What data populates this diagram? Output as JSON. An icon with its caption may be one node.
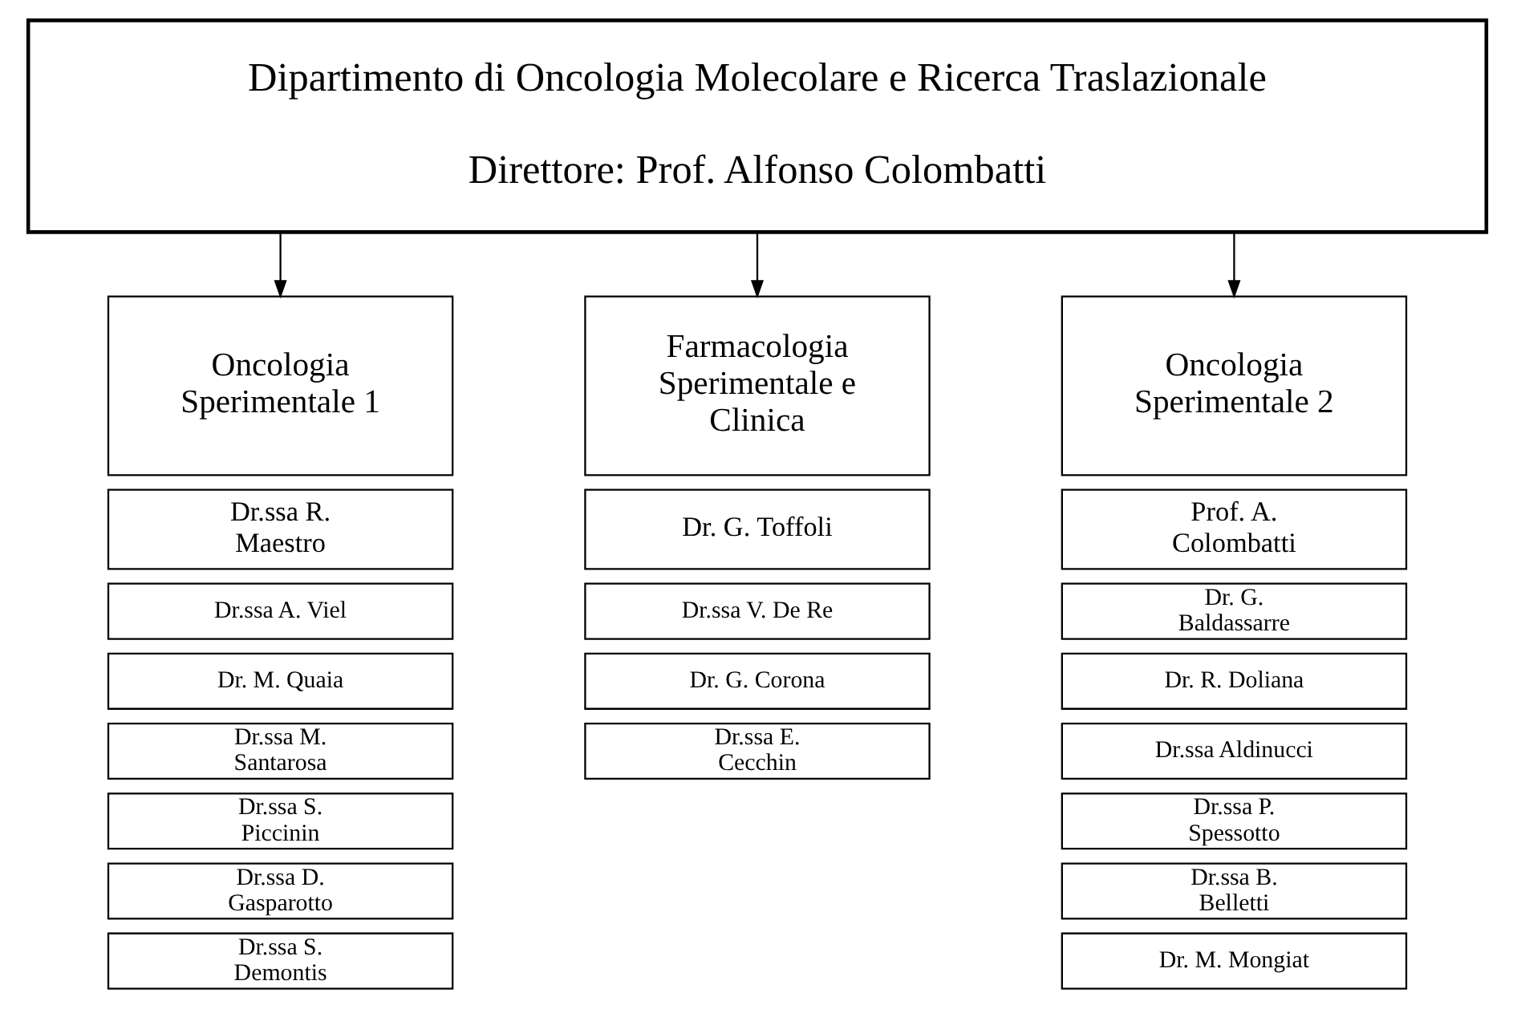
{
  "diagram": {
    "nodes": [
      {
        "text": [
          "Dipartimento di Oncologia Molecolare e Ricerca Traslazionale",
          "Direttore: Prof. Alfonso Colombatti"
        ]
      },
      {
        "text": [
          "Oncologia Sperimentale 1"
        ]
      },
      {
        "text": [
          "Dr.ssa R. Maestro"
        ]
      },
      {
        "text": [
          "Dr.ssa A. Viel"
        ]
      },
      {
        "text": [
          "Dr. M. Quaia"
        ]
      },
      {
        "text": [
          "Dr.ssa M. Santarosa"
        ]
      },
      {
        "text": [
          "Dr.ssa S. Piccinin"
        ]
      },
      {
        "text": [
          "Dr.ssa D. Gasparotto"
        ]
      },
      {
        "text": [
          "Dr.ssa S. Demontis"
        ]
      },
      {
        "text": [
          "Farmacologia Sperimentale e Clinica"
        ]
      },
      {
        "text": [
          "Dr. G. Toffoli"
        ]
      },
      {
        "text": [
          "Dr.ssa V. De Re"
        ]
      },
      {
        "text": [
          "Dr. G. Corona"
        ]
      },
      {
        "text": [
          "Dr.ssa E. Cecchin"
        ]
      },
      {
        "text": [
          "Oncologia Sperimentale 2"
        ]
      },
      {
        "text": [
          "Prof. A. Colombatti"
        ]
      },
      {
        "text": [
          "Dr. G. Baldassarre"
        ]
      },
      {
        "text": [
          "Dr. R. Doliana"
        ]
      },
      {
        "text": [
          "Dr.ssa Aldinucci"
        ]
      },
      {
        "text": [
          "Dr.ssa P. Spessotto"
        ]
      },
      {
        "text": [
          "Dr.ssa B. Belletti"
        ]
      },
      {
        "text": [
          "Dr. M. Mongiat"
        ]
      }
    ],
    "edges": [
      {
        "from": 0,
        "to": 1,
        "arrow": "to"
      },
      {
        "from": 0,
        "to": 9,
        "arrow": "to"
      },
      {
        "from": 0,
        "to": 14,
        "arrow": "to"
      }
    ]
  }
}
